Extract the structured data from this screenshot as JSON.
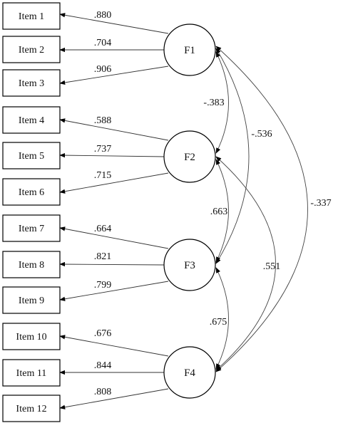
{
  "items": [
    "Item 1",
    "Item 2",
    "Item 3",
    "Item 4",
    "Item 5",
    "Item 6",
    "Item 7",
    "Item 8",
    "Item 9",
    "Item 10",
    "Item 11",
    "Item 12"
  ],
  "factors": [
    "F1",
    "F2",
    "F3",
    "F4"
  ],
  "loadings": [
    ".880",
    ".704",
    ".906",
    ".588",
    ".737",
    ".715",
    ".664",
    ".821",
    ".799",
    ".676",
    ".844",
    ".808"
  ],
  "correlations": {
    "f1_f2": "-.383",
    "f1_f3": "-.536",
    "f1_f4": "-.337",
    "f2_f3": ".663",
    "f2_f4": ".551",
    "f3_f4": ".675"
  }
}
